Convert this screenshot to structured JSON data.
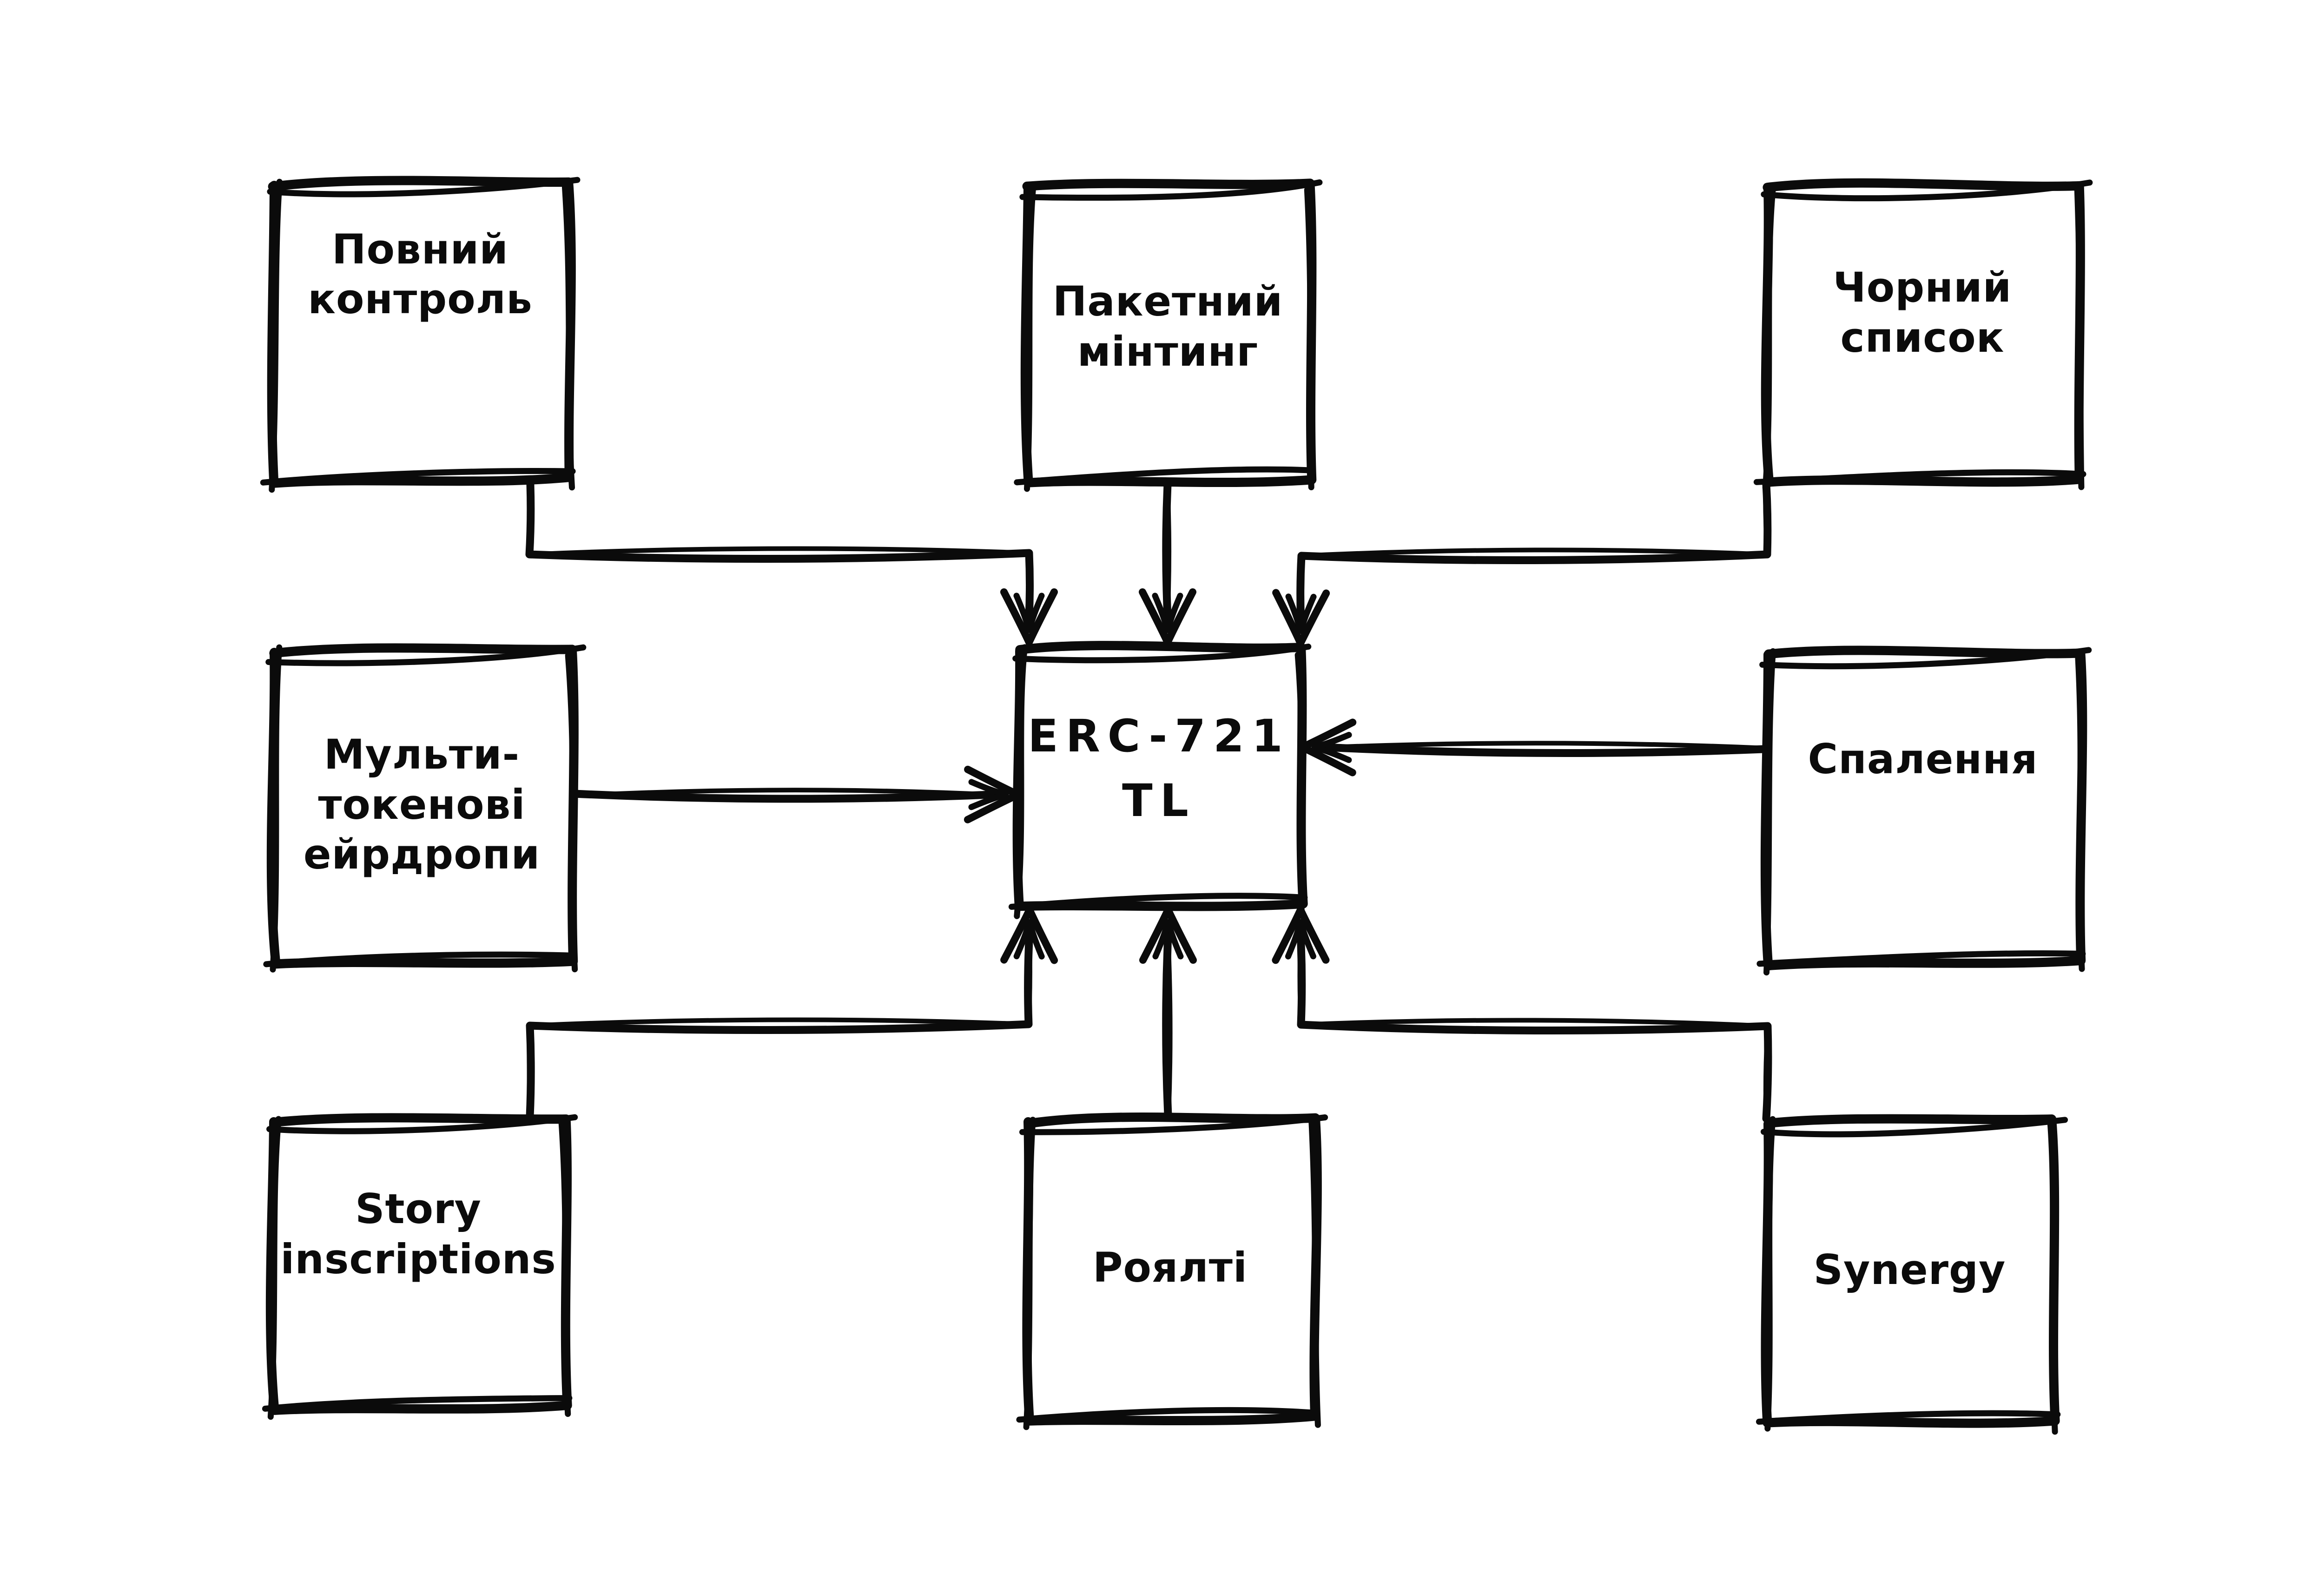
{
  "page": {
    "background_color": "#ffffff"
  },
  "diagram": {
    "type": "hub-and-spoke",
    "center_node": {
      "id": "erc-721-tl",
      "label": "ERC-721 TL",
      "lines": [
        "ERC-721",
        "TL"
      ]
    },
    "feature_nodes": [
      {
        "id": "full-control",
        "label": "Повний контроль",
        "lines": [
          "Повний",
          "контроль"
        ],
        "position": "top-left"
      },
      {
        "id": "batch-minting",
        "label": "Пакетний мінтинг",
        "lines": [
          "Пакетний",
          "мінтинг"
        ],
        "position": "top-center"
      },
      {
        "id": "blacklist",
        "label": "Чорний список",
        "lines": [
          "Чорний",
          "список"
        ],
        "position": "top-right"
      },
      {
        "id": "multi-token-airdrops",
        "label": "Мульти-токенові ейрдропи",
        "lines": [
          "Мульти-",
          "токенові",
          "ейрдропи"
        ],
        "position": "middle-left"
      },
      {
        "id": "burning",
        "label": "Спалення",
        "lines": [
          "Спалення"
        ],
        "position": "middle-right"
      },
      {
        "id": "story-inscriptions",
        "label": "Story inscriptions",
        "lines": [
          "Story",
          "inscriptions"
        ],
        "position": "bottom-left"
      },
      {
        "id": "royalties",
        "label": "Роялті",
        "lines": [
          "Роялті"
        ],
        "position": "bottom-center"
      },
      {
        "id": "synergy",
        "label": "Synergy",
        "lines": [
          "Synergy"
        ],
        "position": "bottom-right"
      }
    ],
    "connections": [
      {
        "from": "full-control",
        "to": "erc-721-tl",
        "style": "elbow",
        "arrow": "into-center"
      },
      {
        "from": "batch-minting",
        "to": "erc-721-tl",
        "style": "straight",
        "arrow": "into-center"
      },
      {
        "from": "blacklist",
        "to": "erc-721-tl",
        "style": "elbow",
        "arrow": "into-center"
      },
      {
        "from": "multi-token-airdrops",
        "to": "erc-721-tl",
        "style": "straight",
        "arrow": "into-center"
      },
      {
        "from": "burning",
        "to": "erc-721-tl",
        "style": "straight",
        "arrow": "into-center"
      },
      {
        "from": "story-inscriptions",
        "to": "erc-721-tl",
        "style": "elbow",
        "arrow": "into-center"
      },
      {
        "from": "royalties",
        "to": "erc-721-tl",
        "style": "straight",
        "arrow": "into-center"
      },
      {
        "from": "synergy",
        "to": "erc-721-tl",
        "style": "elbow",
        "arrow": "into-center"
      }
    ],
    "style": {
      "ink_color": "#0b0b0b",
      "background_color": "#ffffff",
      "stroke_style": "hand-drawn"
    }
  }
}
